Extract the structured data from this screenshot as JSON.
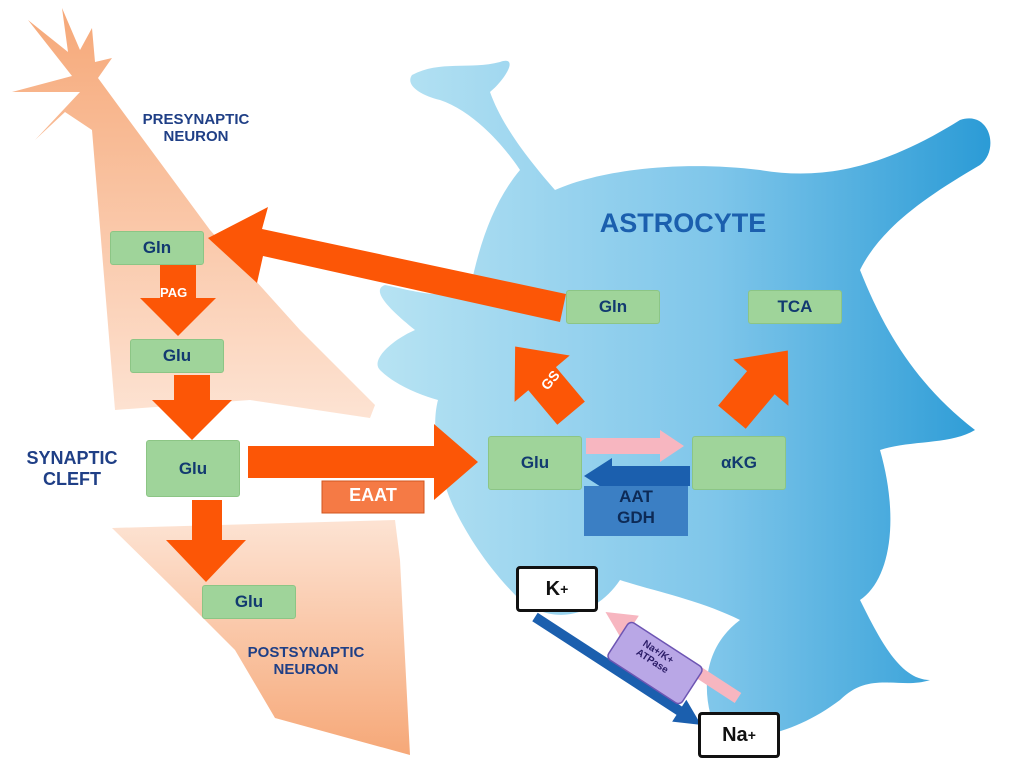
{
  "title": "ASTROCYTE",
  "labels": {
    "presynaptic": "PRESYNAPTIC\nNEURON",
    "synaptic_cleft": "SYNAPTIC\nCLEFT",
    "postsynaptic": "POSTSYNAPTIC\nNEURON"
  },
  "boxes": {
    "gln_pre": "Gln",
    "glu_pre": "Glu",
    "glu_cleft": "Glu",
    "glu_post": "Glu",
    "gln_astro": "Gln",
    "tca": "TCA",
    "glu_astro": "Glu",
    "akg": "αKG"
  },
  "enzymes": {
    "pag": "PAG",
    "eaat": "EAAT",
    "gs": "GS",
    "aat": "AAT",
    "gdh": "GDH",
    "atpase_line1": "Na+/K+",
    "atpase_line2": "ATPase"
  },
  "ions": {
    "k": "K",
    "na": "Na",
    "charge": "+"
  },
  "colors": {
    "arrow_orange": "#fc5606",
    "astrocyte_light": "#a9dcf0",
    "astrocyte_dark": "#2b9bd6",
    "neuron": "#f7b48a",
    "box_green": "#9fd49a",
    "dark_blue": "#1b5fae",
    "pink": "#f7b6c0",
    "enzyme_purple": "#b9a7e6"
  }
}
